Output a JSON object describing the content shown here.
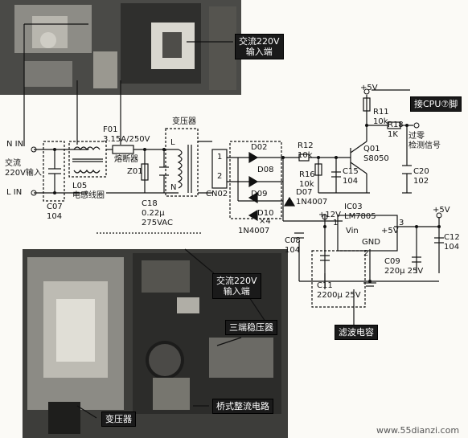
{
  "colors": {
    "ink": "#111111",
    "photo_dark": "#3a3a38",
    "photo_mid": "#6f6f6a",
    "paper": "#fbfaf6",
    "callout_bg": "#1a1a1a"
  },
  "callouts": {
    "ac_input_top": "交流220V\n输入端",
    "cpu_pin": "接CPU⑦脚",
    "ac_input_bottom": "交流220V\n输入端",
    "regulator": "三端稳压器",
    "filter_cap": "滤波电容",
    "bridge": "桥式整流电路",
    "transformer": "变压器"
  },
  "labels": {
    "n_in": "N IN",
    "l_in": "L IN",
    "ac_in": "交流\n220V输入",
    "c07": "C07\n104",
    "l05": "L05\n电感线圈",
    "f01": "F01\n3.15A/250V",
    "fuse": "熔断器",
    "z01": "Z01",
    "c18": "C18\n0.22μ\n275VAC",
    "transformer_lbl": "变压器",
    "t_l": "L",
    "t_n": "N",
    "cn02": "CN02",
    "cn_1": "1",
    "cn_2": "2",
    "d02": "D02",
    "d08": "D08",
    "d09": "D09",
    "d10": "D10",
    "d_x4": "×4",
    "in4007_a": "1N4007",
    "d07": "D07\n1N4007",
    "r12": "R12\n10k",
    "r16": "R16\n10k",
    "c15": "C15\n104",
    "q01": "Q01\nS8050",
    "r11": "R11\n10k",
    "r18": "R18\n1K",
    "c20": "C20\n102",
    "plus5v_a": "+5V",
    "zero_cross": "过零\n检测信号",
    "plus12v": "+12V",
    "ic03": "IC03\nLM7805",
    "vin": "Vin",
    "plus5_pin": "+5V",
    "gnd": "GND",
    "pin1": "1",
    "pin2": "2",
    "pin3": "3",
    "plus5v_b": "+5V",
    "c08": "C08\n104",
    "c09": "C09\n220μ 25V",
    "c11": "C11\n2200μ 25V",
    "c12": "C12\n104",
    "watermark": "www.55dianzi.com"
  }
}
